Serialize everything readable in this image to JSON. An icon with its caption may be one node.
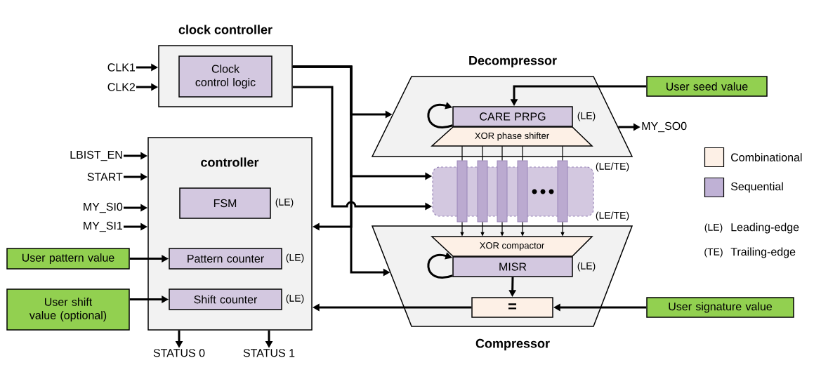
{
  "diagram": {
    "nodes": [
      {
        "text": [
          "clock controller"
        ]
      },
      {
        "text": [
          "Clock control logic"
        ],
        "in": 0
      },
      {
        "text": [
          "controller"
        ]
      },
      {
        "text": [
          "FSM"
        ],
        "in": 2,
        "beside": [
          "(LE)"
        ]
      },
      {
        "text": [
          "Pattern counter"
        ],
        "in": 2,
        "beside": [
          "(LE)"
        ]
      },
      {
        "text": [
          "Shift counter"
        ],
        "in": 2,
        "beside": [
          "(LE)"
        ]
      },
      {
        "text": [
          "Decompressor"
        ]
      },
      {
        "text": [
          "CARE PRPG"
        ],
        "in": 6,
        "beside": [
          "(LE)"
        ]
      },
      {
        "text": [
          "XOR phase shifter"
        ],
        "in": 6
      },
      {
        "text": [],
        "shape": "box",
        "beside": [
          "(LE/TE)",
          "(LE/TE)"
        ]
      },
      {
        "text": [
          "Compressor"
        ]
      },
      {
        "text": [
          "XOR compactor"
        ],
        "in": 10
      },
      {
        "text": [
          "MISR"
        ],
        "in": 10,
        "beside": [
          "(LE)"
        ]
      },
      {
        "text": [
          "="
        ],
        "in": 10
      },
      {
        "text": [
          "User seed value"
        ]
      },
      {
        "text": [
          "User pattern value"
        ]
      },
      {
        "text": [
          "User shift value (optional)"
        ]
      },
      {
        "text": [
          "User signature value"
        ]
      },
      {
        "text": [
          "CLK1"
        ]
      },
      {
        "text": [
          "CLK2"
        ]
      },
      {
        "text": [
          "LBIST_EN"
        ]
      },
      {
        "text": [
          "START"
        ]
      },
      {
        "text": [
          "MY_SI0"
        ]
      },
      {
        "text": [
          "MY_SI1"
        ]
      },
      {
        "text": [
          "MY_SO0"
        ]
      },
      {
        "text": [
          "STATUS 0"
        ]
      },
      {
        "text": [
          "STATUS 1"
        ]
      },
      {
        "text": [],
        "shape": "bar"
      },
      {
        "text": [],
        "shape": "bar"
      },
      {
        "text": [],
        "shape": "bar"
      },
      {
        "text": [],
        "shape": "bar"
      },
      {
        "text": [],
        "shape": "bar"
      }
    ],
    "edges": [
      {
        "from": 18,
        "to": 0,
        "arrow": "to"
      },
      {
        "from": 19,
        "to": 0,
        "arrow": "to"
      },
      {
        "from": 20,
        "to": 2,
        "arrow": "to"
      },
      {
        "from": 21,
        "to": 2,
        "arrow": "to"
      },
      {
        "from": 22,
        "to": 2,
        "arrow": "to"
      },
      {
        "from": 23,
        "to": 2,
        "arrow": "to"
      },
      {
        "from": 15,
        "to": 4,
        "arrow": "to"
      },
      {
        "from": 16,
        "to": 5,
        "arrow": "to"
      },
      {
        "from": 14,
        "to": 7,
        "arrow": "to"
      },
      {
        "from": 7,
        "to": 7,
        "arrow": "to"
      },
      {
        "from": 6,
        "to": 24,
        "arrow": "to"
      },
      {
        "from": 0,
        "to": 6,
        "arrow": "to"
      },
      {
        "from": 0,
        "to": 9,
        "arrow": "to"
      },
      {
        "from": 0,
        "to": 9,
        "arrow": "to"
      },
      {
        "from": 0,
        "to": 2,
        "arrow": "to"
      },
      {
        "from": 0,
        "to": 10,
        "arrow": "to"
      },
      {
        "from": 8,
        "to": 27,
        "arrow": "none"
      },
      {
        "from": 8,
        "to": 28,
        "arrow": "none"
      },
      {
        "from": 8,
        "to": 29,
        "arrow": "none"
      },
      {
        "from": 8,
        "to": 30,
        "arrow": "none"
      },
      {
        "from": 8,
        "to": 31,
        "arrow": "none"
      },
      {
        "from": 27,
        "to": 11,
        "arrow": "to"
      },
      {
        "from": 28,
        "to": 11,
        "arrow": "to"
      },
      {
        "from": 29,
        "to": 11,
        "arrow": "to"
      },
      {
        "from": 30,
        "to": 11,
        "arrow": "to"
      },
      {
        "from": 31,
        "to": 11,
        "arrow": "to"
      },
      {
        "from": 12,
        "to": 12,
        "arrow": "to"
      },
      {
        "from": 12,
        "to": 13,
        "arrow": "to"
      },
      {
        "from": 17,
        "to": 13,
        "arrow": "to"
      },
      {
        "from": 13,
        "to": 2,
        "arrow": "to"
      },
      {
        "from": 2,
        "to": 25,
        "arrow": "to"
      },
      {
        "from": 2,
        "to": 26,
        "arrow": "to"
      }
    ],
    "labels": [
      "(LE)",
      "Leading-edge",
      "(TE)",
      "Trailing-edge"
    ],
    "legend": [
      {
        "text": "Combinational",
        "color": "#fdf0e6"
      },
      {
        "text": "Sequential",
        "color": "#bfb1d5"
      }
    ]
  }
}
